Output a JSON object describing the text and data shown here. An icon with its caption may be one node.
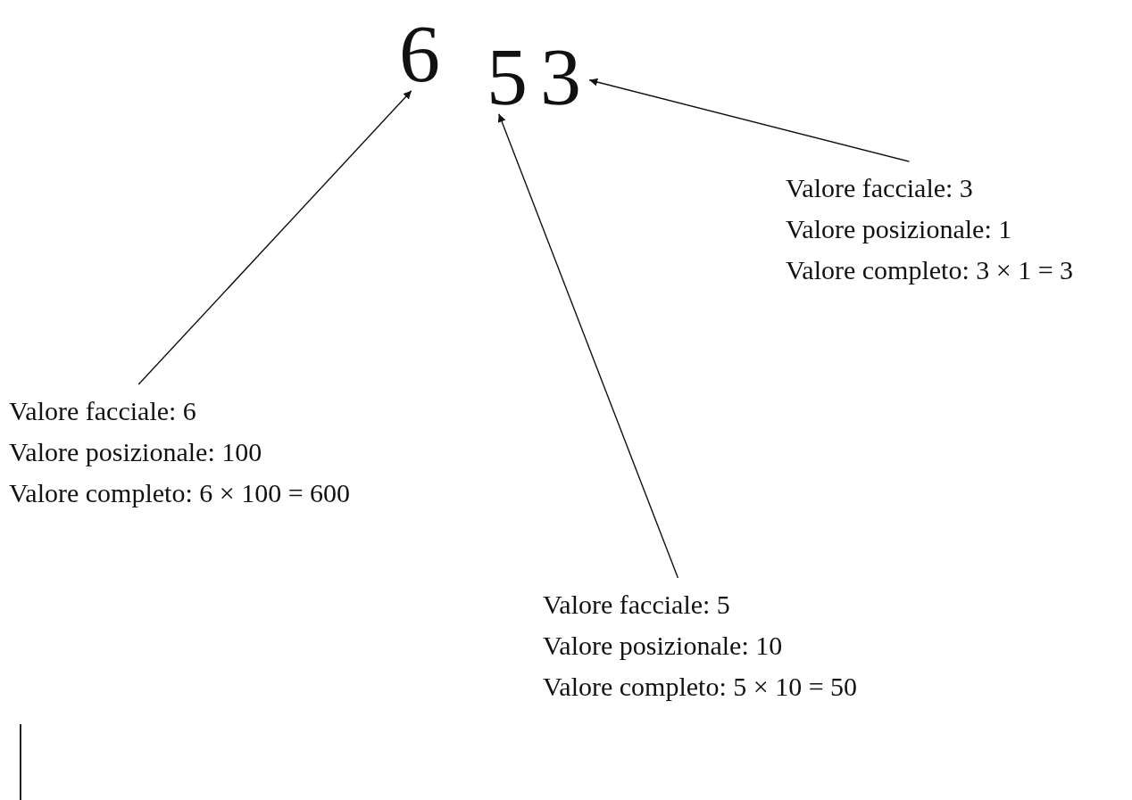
{
  "diagram": {
    "nodes": [
      {
        "text": [
          "6"
        ]
      },
      {
        "text": [
          "5"
        ]
      },
      {
        "text": [
          "3"
        ]
      },
      {
        "text": [
          "Valore facciale: 3",
          "Valore posizionale: 1",
          "Valore completo: 3 × 1 = 3"
        ]
      },
      {
        "text": [
          "Valore facciale: 6",
          "Valore posizionale: 100",
          "Valore completo: 6 × 100 = 600"
        ]
      },
      {
        "text": [
          "Valore facciale: 5",
          "Valore posizionale: 10",
          "Valore completo: 5 × 10 = 50"
        ]
      }
    ],
    "edges": [
      {
        "from": 3,
        "to": 2,
        "arrow": "to"
      },
      {
        "from": 4,
        "to": 0,
        "arrow": "to"
      },
      {
        "from": 5,
        "to": 1,
        "arrow": "to"
      }
    ]
  }
}
